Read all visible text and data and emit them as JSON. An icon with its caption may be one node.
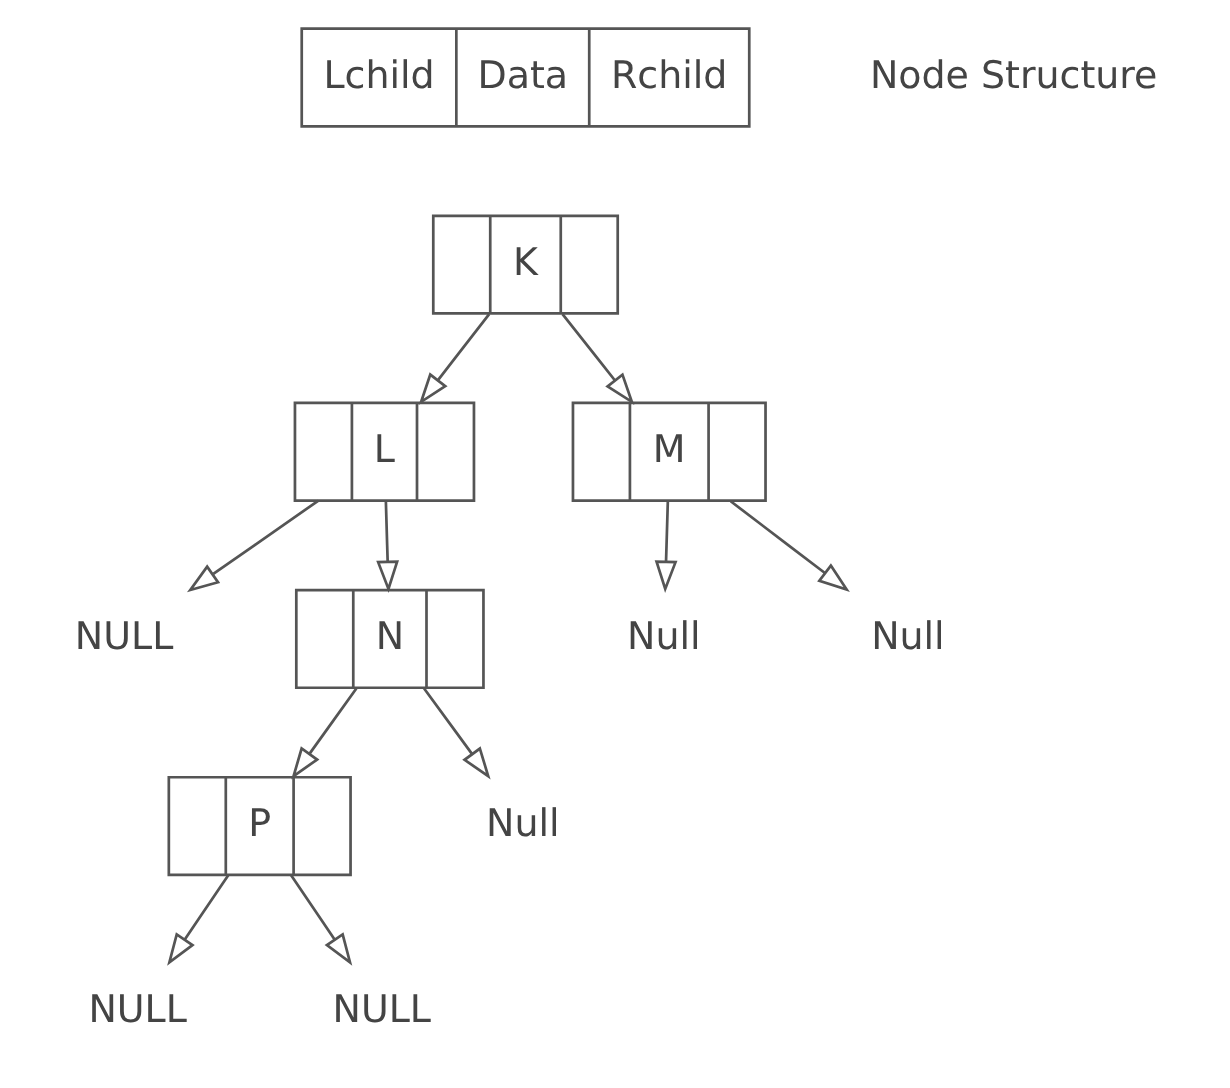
{
  "diagram": {
    "nodes": [
      {
        "text": [
          "Lchild",
          "Data",
          "Rchild"
        ]
      },
      {
        "text": [
          "K"
        ]
      },
      {
        "text": [
          "L"
        ]
      },
      {
        "text": [
          "M"
        ]
      },
      {
        "text": [
          "NULL"
        ]
      },
      {
        "text": [
          "N"
        ]
      },
      {
        "text": [
          "Null"
        ]
      },
      {
        "text": [
          "Null"
        ]
      },
      {
        "text": [
          "P"
        ]
      },
      {
        "text": [
          "Null"
        ]
      },
      {
        "text": [
          "NULL"
        ]
      },
      {
        "text": [
          "NULL"
        ]
      }
    ],
    "edges": [
      {
        "from": 1,
        "to": 2,
        "arrow": "to"
      },
      {
        "from": 1,
        "to": 3,
        "arrow": "to"
      },
      {
        "from": 2,
        "to": 4,
        "arrow": "to"
      },
      {
        "from": 2,
        "to": 5,
        "arrow": "to"
      },
      {
        "from": 3,
        "to": 6,
        "arrow": "to"
      },
      {
        "from": 3,
        "to": 7,
        "arrow": "to"
      },
      {
        "from": 5,
        "to": 8,
        "arrow": "to"
      },
      {
        "from": 5,
        "to": 9,
        "arrow": "to"
      },
      {
        "from": 8,
        "to": 10,
        "arrow": "to"
      },
      {
        "from": 8,
        "to": 11,
        "arrow": "to"
      }
    ],
    "labels": [
      "Node Structure"
    ]
  }
}
